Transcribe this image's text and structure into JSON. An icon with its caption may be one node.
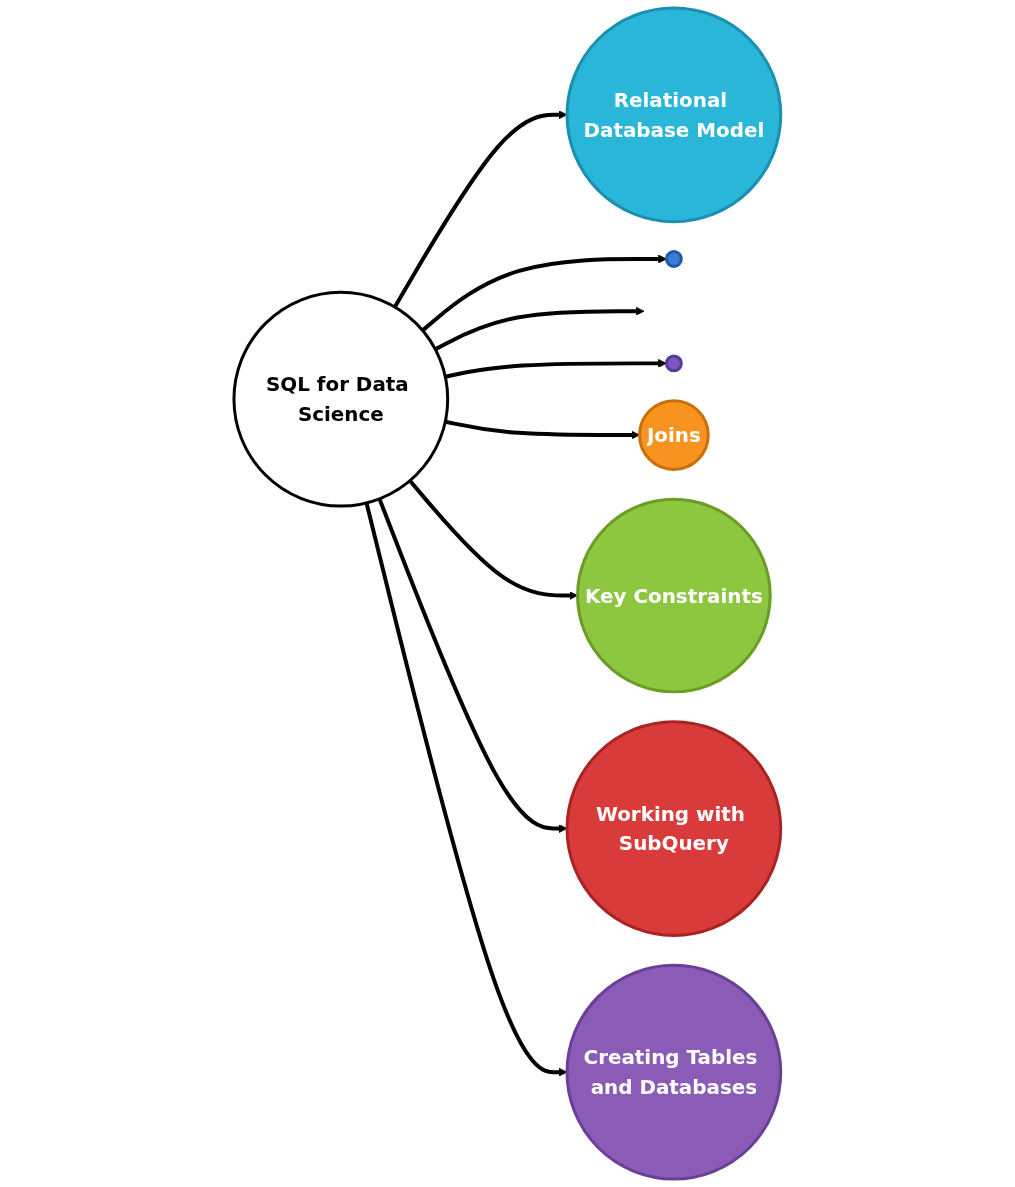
{
  "diagram": {
    "nodes": [
      {
        "text": [
          "SQL for Data Science"
        ]
      },
      {
        "text": [
          "Relational Database Model"
        ]
      },
      {
        "text": [
          "Creating Tables and Databases"
        ]
      },
      {
        "text": [
          "Working with SubQuery"
        ]
      },
      {
        "text": [
          "Key Constraints"
        ]
      },
      {
        "text": [
          "Joins"
        ]
      },
      {
        "text": [],
        "shape": "circle"
      },
      {
        "text": [],
        "shape": "circle"
      }
    ],
    "edges": [
      {
        "from": 0,
        "to": 1,
        "arrow": "to"
      },
      {
        "from": 0,
        "to": 6,
        "arrow": "to"
      },
      {
        "from": 0,
        "to": null,
        "arrow": "to"
      },
      {
        "from": 0,
        "to": 7,
        "arrow": "to"
      },
      {
        "from": 0,
        "to": 5,
        "arrow": "to"
      },
      {
        "from": 0,
        "to": 4,
        "arrow": "to"
      },
      {
        "from": 0,
        "to": 3,
        "arrow": "to"
      },
      {
        "from": 0,
        "to": 2,
        "arrow": "to"
      }
    ]
  }
}
